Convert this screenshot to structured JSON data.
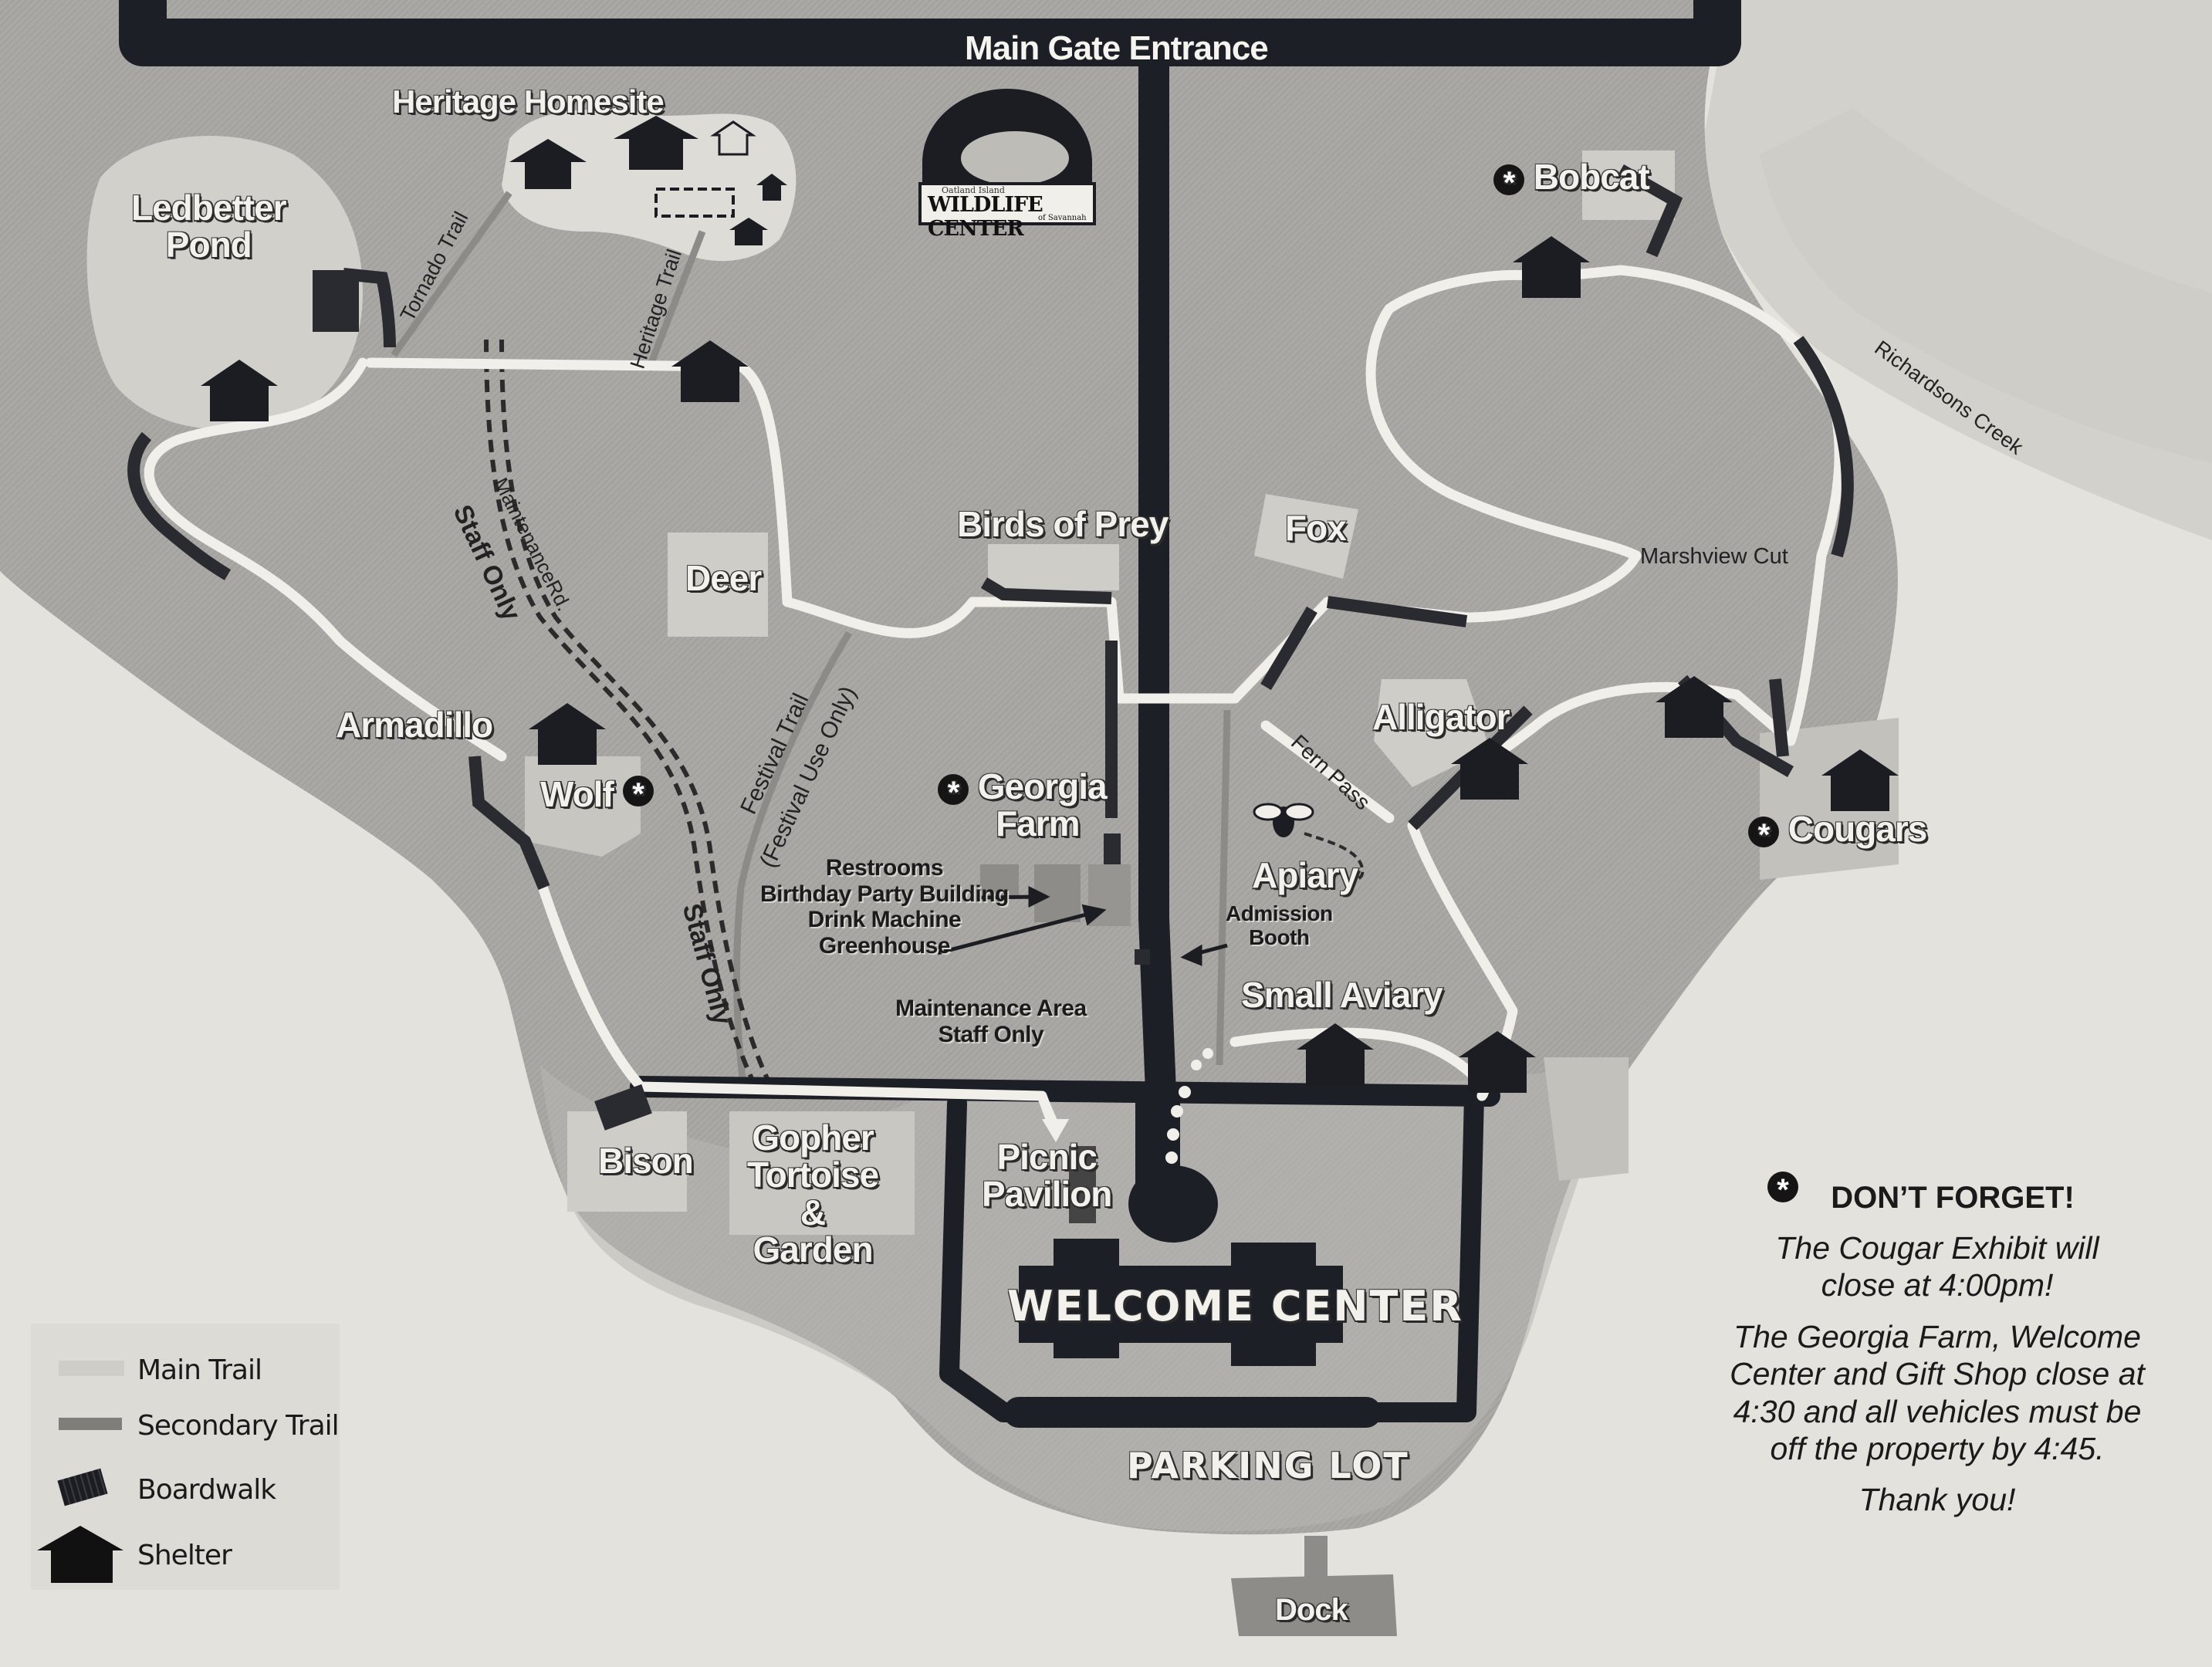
{
  "map": {
    "title": "Main Gate Entrance",
    "logo": {
      "line1": "Oatland Island",
      "line2": "WILDLIFE CENTER",
      "line3": "of Savannah"
    },
    "colors": {
      "background_paper": "#e4e2dc",
      "land_dark": "#a7a6a2",
      "land_mid": "#bebdb8",
      "exhibit_area": "#cfcdc7",
      "road": "#1d1f26",
      "main_trail": "#f1efe9",
      "secondary_trail": "#8c8b87",
      "boardwalk": "#2a2b30",
      "water": "#d6d4ce"
    },
    "areas": [
      {
        "id": "ledbetter-pond",
        "label": "Ledbetter Pond"
      },
      {
        "id": "heritage-homesite",
        "label": "Heritage Homesite"
      },
      {
        "id": "bobcat",
        "label": "Bobcat",
        "star": true
      },
      {
        "id": "birds-of-prey",
        "label": "Birds of Prey"
      },
      {
        "id": "fox",
        "label": "Fox"
      },
      {
        "id": "deer",
        "label": "Deer"
      },
      {
        "id": "armadillo",
        "label": "Armadillo"
      },
      {
        "id": "wolf",
        "label": "Wolf",
        "star": true
      },
      {
        "id": "georgia-farm",
        "label": "Georgia Farm",
        "star": true
      },
      {
        "id": "alligator",
        "label": "Alligator"
      },
      {
        "id": "cougars",
        "label": "Cougars",
        "star": true
      },
      {
        "id": "apiary",
        "label": "Apiary"
      },
      {
        "id": "small-aviary",
        "label": "Small Aviary"
      },
      {
        "id": "bison",
        "label": "Bison"
      },
      {
        "id": "gopher-tortoise",
        "label": "Gopher Tortoise & Garden"
      },
      {
        "id": "picnic-pavilion",
        "label": "Picnic Pavilion"
      },
      {
        "id": "welcome-center",
        "label": "WELCOME CENTER"
      },
      {
        "id": "parking-lot",
        "label": "PARKING LOT"
      },
      {
        "id": "dock",
        "label": "Dock"
      }
    ],
    "labels": {
      "ledbetter_pond_1": "Ledbetter",
      "ledbetter_pond_2": "Pond",
      "heritage_homesite": "Heritage Homesite",
      "bobcat": "Bobcat",
      "birds_of_prey": "Birds of Prey",
      "fox": "Fox",
      "deer": "Deer",
      "armadillo": "Armadillo",
      "wolf": "Wolf",
      "georgia_farm_1": "Georgia",
      "georgia_farm_2": "Farm",
      "alligator": "Alligator",
      "cougars": "Cougars",
      "apiary": "Apiary",
      "small_aviary": "Small Aviary",
      "bison": "Bison",
      "gopher_1": "Gopher",
      "gopher_2": "Tortoise",
      "gopher_3": "&",
      "gopher_4": "Garden",
      "picnic_1": "Picnic",
      "picnic_2": "Pavilion",
      "welcome_center": "WELCOME CENTER",
      "parking_lot": "PARKING LOT",
      "dock": "Dock",
      "star_glyph": "*"
    },
    "trail_labels": {
      "tornado_trail": "Tornado Trail",
      "heritage_trail": "Heritage Trail",
      "maintenance_rd": "MaintenanceRd.",
      "staff_only_1": "Staff Only",
      "staff_only_2": "Staff Only",
      "festival_trail": "Festival Trail",
      "festival_use_only": "(Festival Use Only)",
      "fern_pass": "Fern Pass",
      "marshview_cut": "Marshview Cut",
      "richardsons_creek": "Richardsons Creek"
    },
    "annotations": {
      "facilities": [
        "Restrooms",
        "Birthday Party Building",
        "Drink Machine",
        "Greenhouse"
      ],
      "maintenance_1": "Maintenance Area",
      "maintenance_2": "Staff Only",
      "admission_1": "Admission",
      "admission_2": "Booth"
    }
  },
  "legend": {
    "items": [
      {
        "label": "Main Trail",
        "icon": "main-trail-swatch"
      },
      {
        "label": "Secondary Trail",
        "icon": "secondary-trail-swatch"
      },
      {
        "label": "Boardwalk",
        "icon": "boardwalk-icon"
      },
      {
        "label": "Shelter",
        "icon": "shelter-icon"
      }
    ]
  },
  "notice": {
    "heading": "DON’T FORGET!",
    "line1": "The Cougar Exhibit will close at 4:00pm!",
    "line2": "The Georgia Farm, Welcome Center and Gift Shop close at 4:30 and all vehicles must be off the property by 4:45.",
    "line3": "Thank you!"
  }
}
